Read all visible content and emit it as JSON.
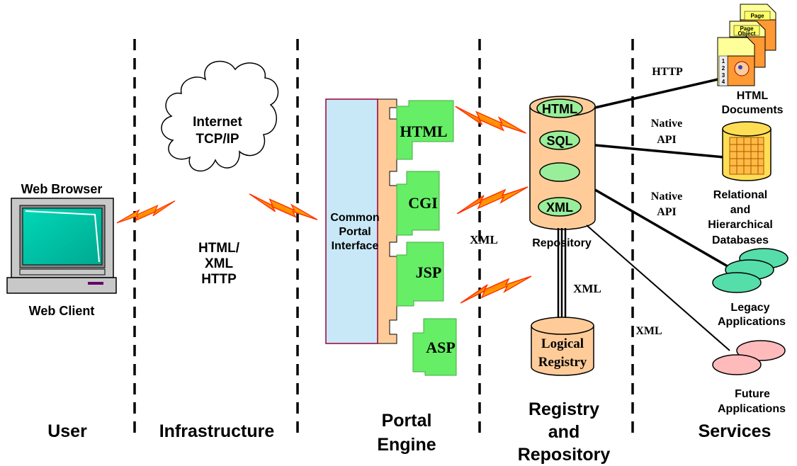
{
  "columns": {
    "user": "User",
    "infrastructure": "Infrastructure",
    "portal_engine": [
      "Portal",
      "Engine"
    ],
    "registry_repository": [
      "Registry",
      "and",
      "Repository"
    ],
    "services": "Services"
  },
  "user": {
    "web_browser": "Web Browser",
    "web_client": "Web Client"
  },
  "infrastructure": {
    "cloud": [
      "Internet",
      "TCP/IP"
    ],
    "protocols": [
      "HTML/",
      "XML",
      "HTTP"
    ]
  },
  "portal": {
    "interface": [
      "Common",
      "Portal",
      "Interface"
    ],
    "modules": [
      "HTML",
      "CGI",
      "JSP",
      "ASP"
    ]
  },
  "repository": {
    "slots": [
      "HTML",
      "SQL",
      "",
      "XML"
    ],
    "label": "Repository",
    "logical_registry": [
      "Logical",
      "Registry"
    ],
    "xml_portal": "XML",
    "xml_registry": "XML"
  },
  "services": {
    "http": "HTTP",
    "native_api_1": [
      "Native",
      "API"
    ],
    "native_api_2": [
      "Native",
      "API"
    ],
    "xml": "XML",
    "html_docs": [
      "HTML",
      "Documents"
    ],
    "page_object": [
      "Page",
      "Object"
    ],
    "page_numbers": [
      "1",
      "2",
      "3",
      "4"
    ],
    "databases": [
      "Relational",
      "and",
      "Hierarchical",
      "Databases"
    ],
    "legacy": [
      "Legacy",
      "Applications"
    ],
    "future": [
      "Future",
      "Applications"
    ]
  },
  "colors": {
    "monitor": "#c8c8c8",
    "screen": "#00c8a8",
    "portal_panel": "#c8e8f8",
    "portal_frame": "#ffcc99",
    "module_green": "#66ee66",
    "repository": "#ffcc99",
    "slot_green": "#99ee99",
    "database": "#ffdd55",
    "legacy": "#55ddaa",
    "future": "#ffbbbb",
    "bolt_outer": "#ff2200",
    "bolt_inner": "#ffcc00"
  }
}
